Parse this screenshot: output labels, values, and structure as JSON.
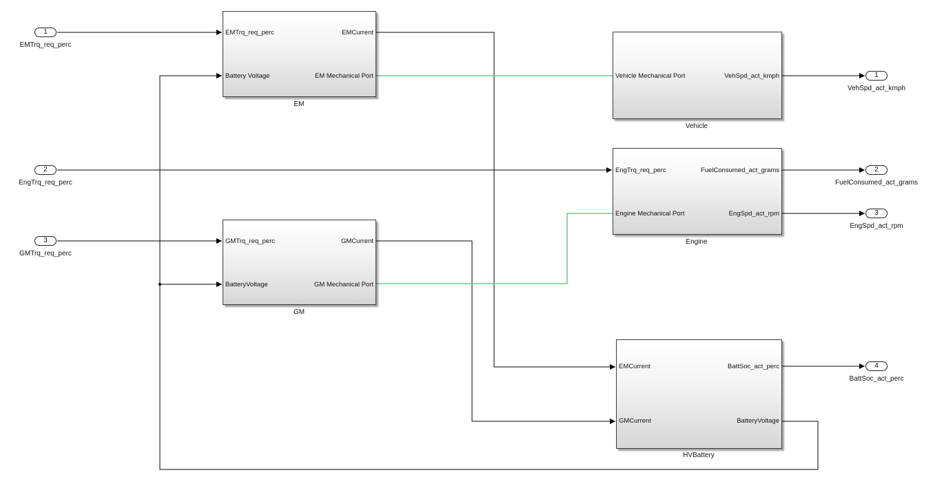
{
  "inports": [
    {
      "num": "1",
      "name": "EMTrq_req_perc"
    },
    {
      "num": "2",
      "name": "EngTrq_req_perc"
    },
    {
      "num": "3",
      "name": "GMTrq_req_perc"
    }
  ],
  "outports": [
    {
      "num": "1",
      "name": "VehSpd_act_kmph"
    },
    {
      "num": "2",
      "name": "FuelConsumed_act_grams"
    },
    {
      "num": "3",
      "name": "EngSpd_act_rpm"
    },
    {
      "num": "4",
      "name": "BattSoc_act_perc"
    }
  ],
  "blocks": {
    "em": {
      "name": "EM",
      "in1": "EMTrq_req_perc",
      "in2": "Battery Voltage",
      "out1": "EMCurrent",
      "out2": "EM Mechanical Port"
    },
    "gm": {
      "name": "GM",
      "in1": "GMTrq_req_perc",
      "in2": "BatteryVoltage",
      "out1": "GMCurrent",
      "out2": "GM Mechanical Port"
    },
    "vehicle": {
      "name": "Vehicle",
      "in1": "Vehicle Mechanical Port",
      "out1": "VehSpd_act_kmph"
    },
    "engine": {
      "name": "Engine",
      "in1": "EngTrq_req_perc",
      "in2": "Engine Mechanical Port",
      "out1": "FuelConsumed_act_grams",
      "out2": "EngSpd_act_rpm"
    },
    "hvbattery": {
      "name": "HVBattery",
      "in1": "EMCurrent",
      "in2": "GMCurrent",
      "out1": "BattSoc_act_perc",
      "out2": "BatteryVoltage"
    }
  },
  "colors": {
    "signal": "#000000",
    "physical": "#6ccf7f"
  }
}
